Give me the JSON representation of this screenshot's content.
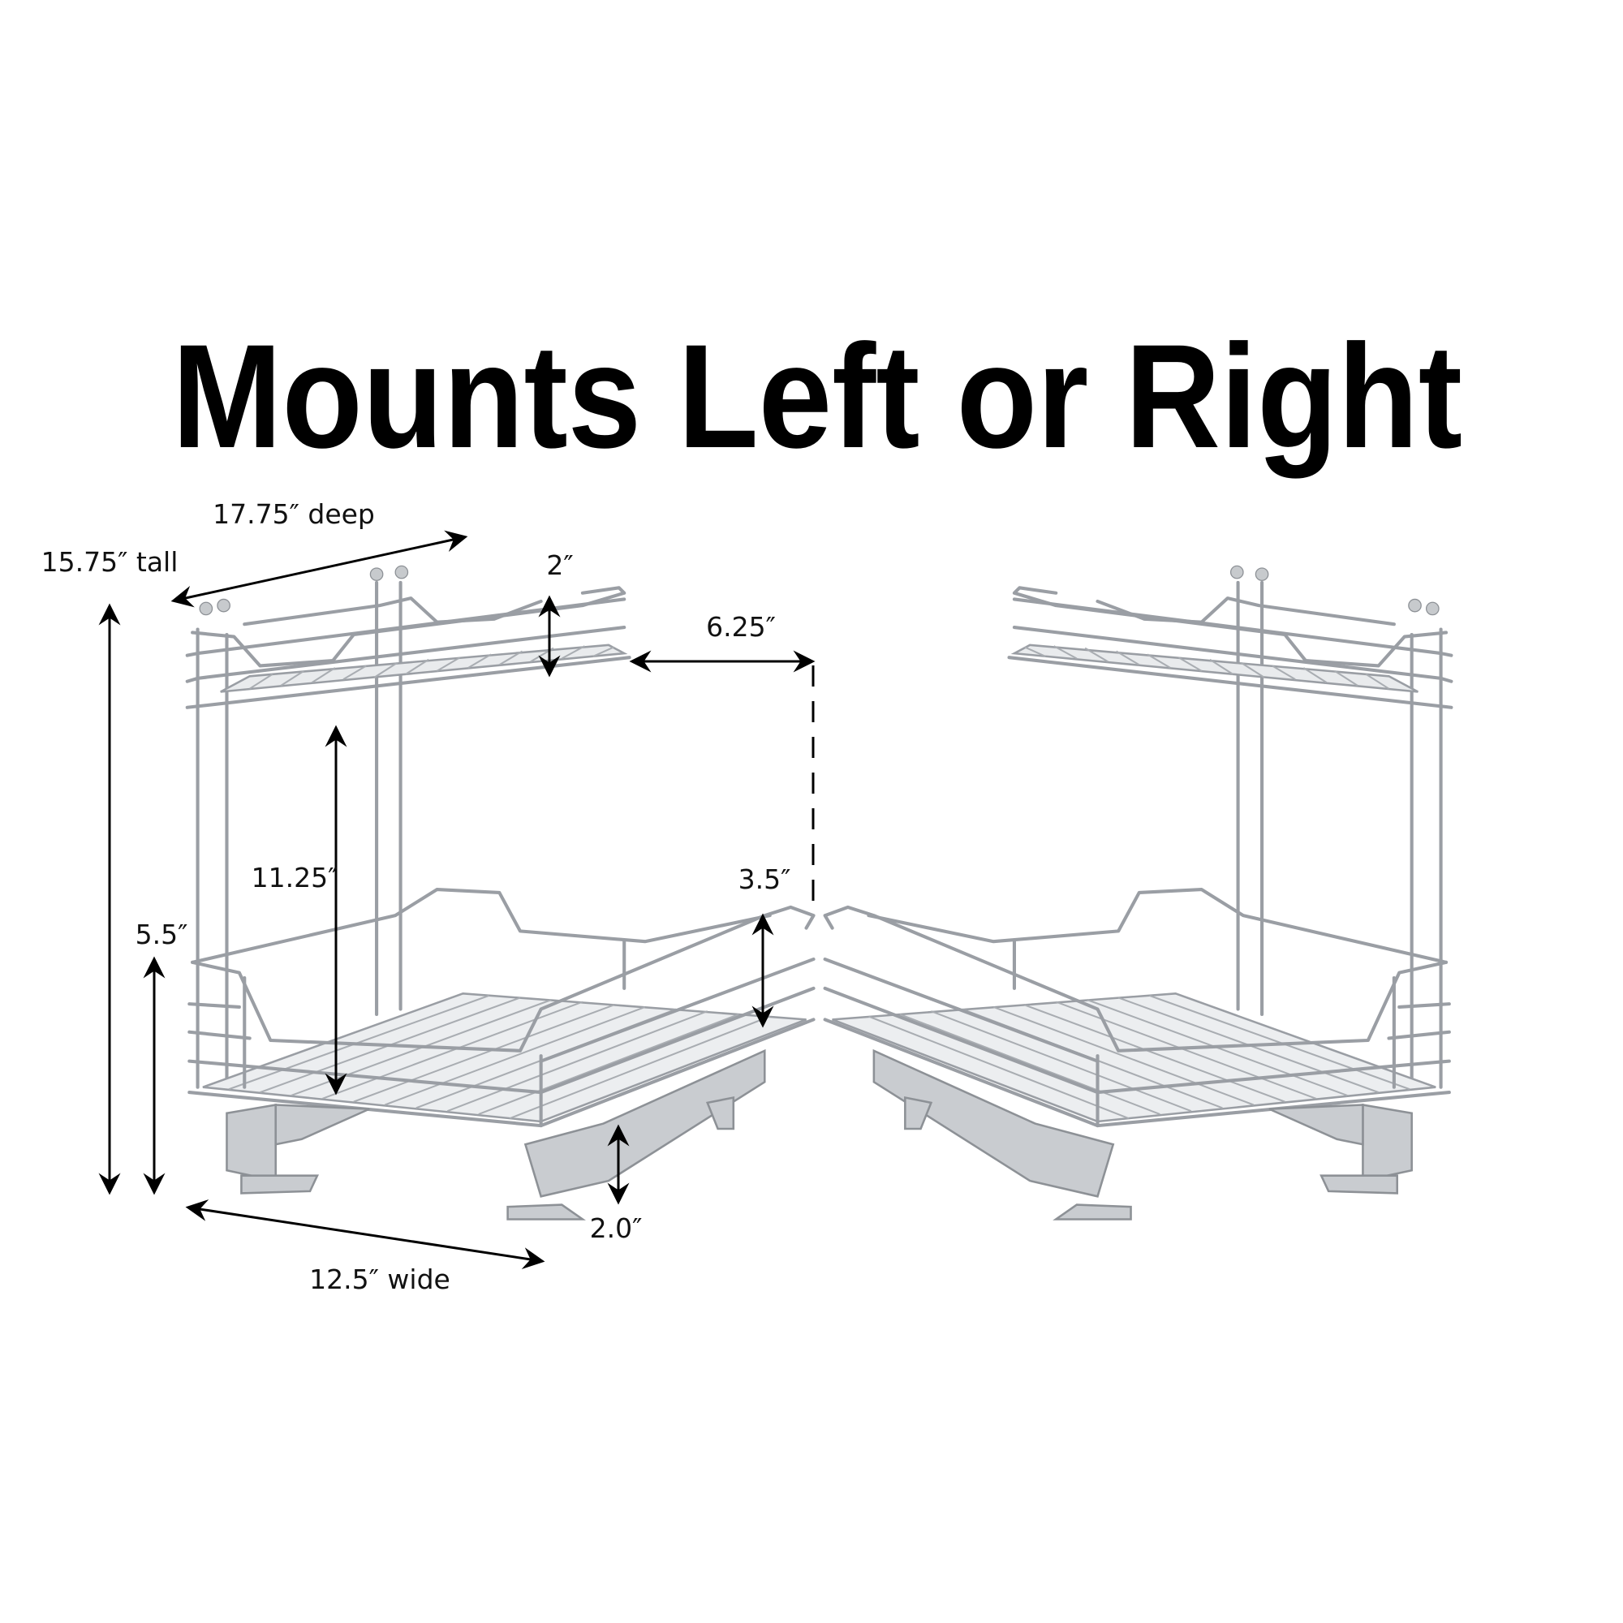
{
  "title": "Mounts Left or Right",
  "dimensions": {
    "depth": "17.75″ deep",
    "height": "15.75″ tall",
    "top_rail": "2″",
    "clearance": "6.25″",
    "shelf_gap": "11.25″",
    "bottom_rail": "3.5″",
    "bottom_height": "5.5″",
    "slide_height": "2.0″",
    "width": "12.5″ wide"
  },
  "colors": {
    "text": "#000000",
    "wire": "#9a9ea4",
    "background": "#ffffff"
  },
  "products": [
    {
      "name": "left-mount-organizer",
      "orientation": "left"
    },
    {
      "name": "right-mount-organizer",
      "orientation": "right"
    }
  ]
}
